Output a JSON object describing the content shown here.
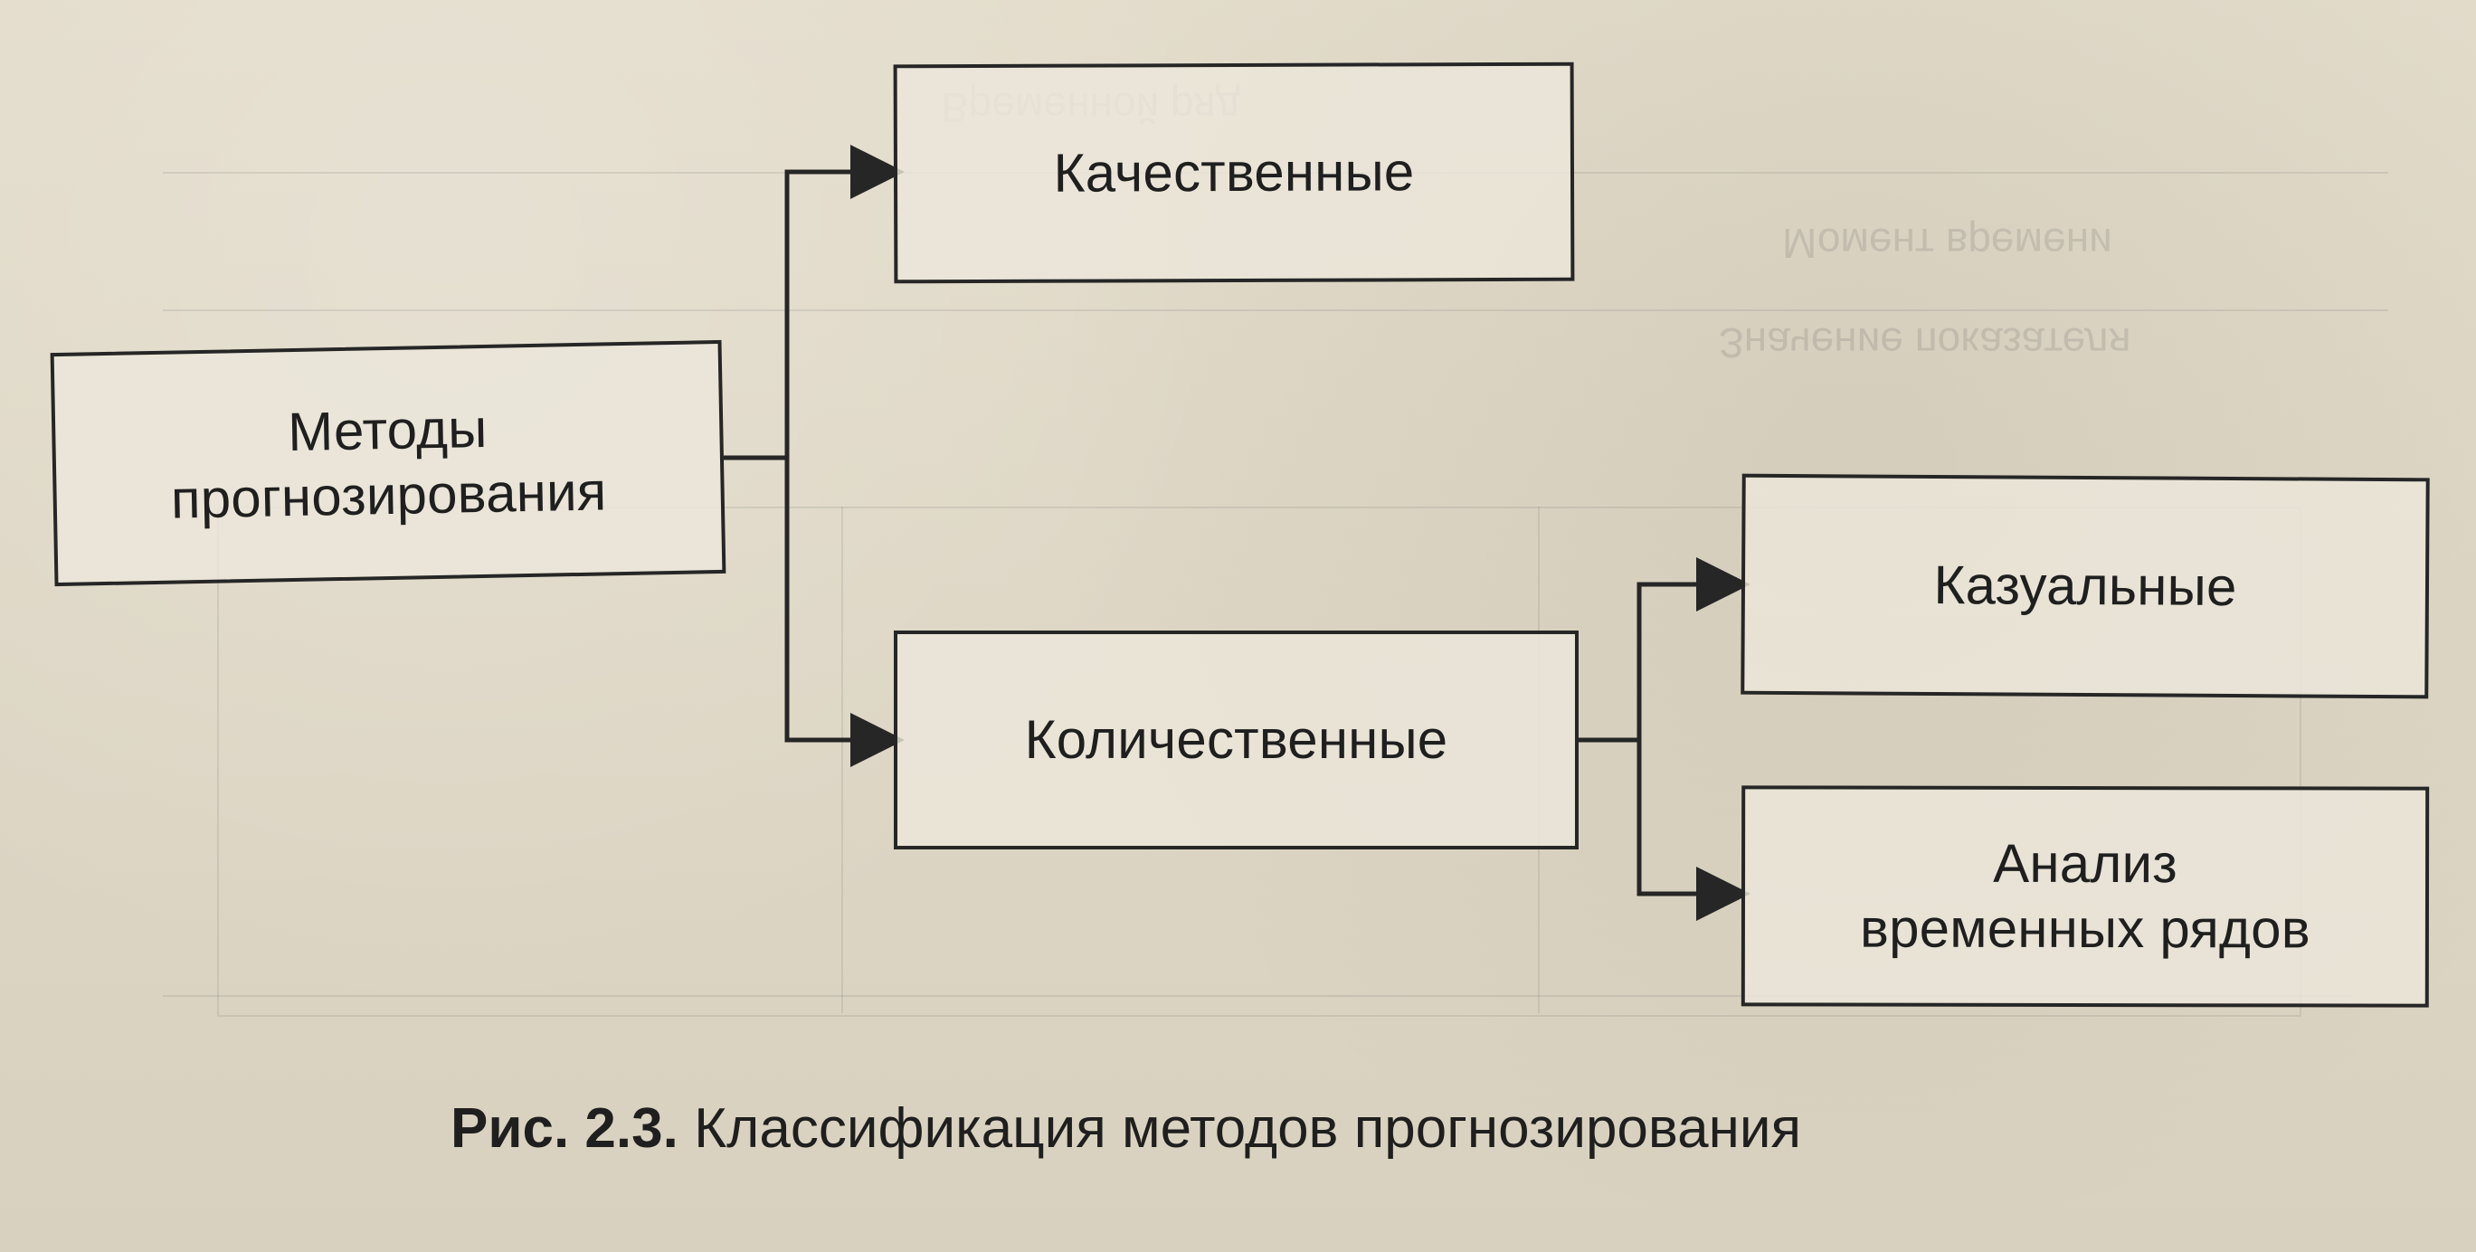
{
  "diagram": {
    "nodes": {
      "root": {
        "line_1": "Методы",
        "line_2": "прогнозирования"
      },
      "qualitative": {
        "label": "Качественные"
      },
      "quantitative": {
        "label": "Количественные"
      },
      "causal": {
        "label": "Казуальные"
      },
      "time_series": {
        "line_1": "Анализ",
        "line_2": "временных рядов"
      }
    },
    "caption": {
      "label": "Рис. 2.3.",
      "text": "Классификация методов прогнозирования"
    }
  }
}
